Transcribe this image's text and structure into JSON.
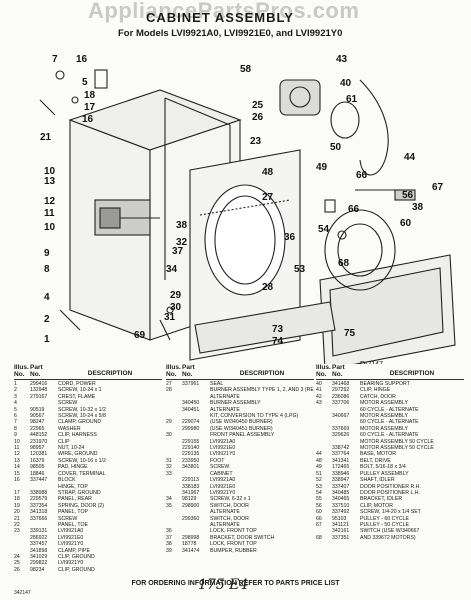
{
  "header": {
    "watermark": "AppliancePartsPros.com",
    "title": "CABINET ASSEMBLY",
    "subtitle": "For Models LVI9921A0, LVI9921E0, and LVI9921Y0"
  },
  "table": {
    "header": {
      "illus": "Illus.",
      "part": "Part",
      "no": "No.",
      "description": "DESCRIPTION"
    },
    "columns": [
      [
        [
          "1",
          "299416",
          "CORD, POWER"
        ],
        [
          "2",
          "132948",
          "SCREW, 10-24 x 1"
        ],
        [
          "3",
          "279167",
          "CREST, FLAME"
        ],
        [
          "4",
          "",
          "SCREW"
        ],
        [
          "5",
          "90519",
          "SCREW, 10-32 x 1/2"
        ],
        [
          "6",
          "90567",
          "SCREW, 10-24 x 5/8"
        ],
        [
          "7",
          "98247",
          "CLAMP, GROUND"
        ],
        [
          "8",
          "22965",
          "WASHER"
        ],
        [
          "9",
          "448152",
          "CLIP, HARNESS"
        ],
        [
          "10",
          "231970",
          "CLIP"
        ],
        [
          "11",
          "98957",
          "NUT, 10-24"
        ],
        [
          "12",
          "120381",
          "WIRE, GROUND"
        ],
        [
          "13",
          "16379",
          "SCREW, 10-16 x 1/2"
        ],
        [
          "14",
          "98505",
          "PAD, HINGE"
        ],
        [
          "15",
          "18846",
          "COVER, TERMINAL"
        ],
        [
          "16",
          "337447",
          "BLOCK"
        ],
        [
          "",
          "",
          "HINGE, TOP"
        ],
        [
          "17",
          "338988",
          "STRAP, GROUND"
        ],
        [
          "18",
          "229579",
          "PANEL, REAR"
        ],
        [
          "19",
          "337354",
          "SPRING, DOOR (2)"
        ],
        [
          "20",
          "341318",
          "PANEL, TOP"
        ],
        [
          "21",
          "337666",
          "SCREW"
        ],
        [
          "22",
          "",
          "PANEL, TOE"
        ],
        [
          "23",
          "339131",
          "LVI9921A0"
        ],
        [
          "",
          "286922",
          "LVI9921E0"
        ],
        [
          "",
          "337457",
          "LVI9921Y0"
        ],
        [
          "",
          "341898",
          "CLAMP, PIPE"
        ],
        [
          "24",
          "341029",
          "CLIP, GROUND"
        ],
        [
          "25",
          "299822",
          "LVI9921Y0"
        ],
        [
          "26",
          "98234",
          "CLIP, GROUND"
        ]
      ],
      [
        [
          "27",
          "337961",
          "SEAL"
        ],
        [
          "28",
          "",
          "BURNER ASSEMBLY TYPE 1, 2, AND 3 (REFER TO SF 343)"
        ],
        [
          "",
          "",
          "ALTERNATE"
        ],
        [
          "",
          "340450",
          "BURNER ASSEMBLY"
        ],
        [
          "",
          "340451",
          "ALTERNATE"
        ],
        [
          "",
          "",
          "KIT, CONVERSION TO TYPE 4 (LPG)"
        ],
        [
          "29",
          "229074",
          "(USE W/340450 BURNER)"
        ],
        [
          "",
          "299980",
          "(USE W/340451 BURNER)"
        ],
        [
          "30",
          "",
          "FRONT PANEL ASSEMBLY"
        ],
        [
          "",
          "229155",
          "LVI9921A0"
        ],
        [
          "",
          "229140",
          "LVI9921E0"
        ],
        [
          "",
          "229135",
          "LVI9921Y0"
        ],
        [
          "31",
          "233950",
          "FOOT"
        ],
        [
          "32",
          "343801",
          "SCREW"
        ],
        [
          "33",
          "",
          "CABINET"
        ],
        [
          "",
          "229113",
          "LVI9921A0"
        ],
        [
          "",
          "338183",
          "LVI9921E0"
        ],
        [
          "",
          "341967",
          "LVI9921Y0"
        ],
        [
          "34",
          "98129",
          "SCREW, 6-32 x 1"
        ],
        [
          "35",
          "298900",
          "SWITCH, DOOR"
        ],
        [
          "",
          "",
          "ALTERNATE"
        ],
        [
          "",
          "299360",
          "SWITCH, DOOR"
        ],
        [
          "",
          "",
          "ALTERNATE"
        ],
        [
          "36",
          "",
          "LOCK, FRONT TOP"
        ],
        [
          "37",
          "298998",
          "BRACKET, DOOR SWITCH"
        ],
        [
          "38",
          "18778",
          "LOCK, FRONT TOP"
        ],
        [
          "39",
          "341474",
          "BUMPER, RUBBER"
        ]
      ],
      [
        [
          "40",
          "341468",
          "BEARING SUPPORT"
        ],
        [
          "41",
          "297292",
          "CLIP, HINGE"
        ],
        [
          "42",
          "236086",
          "CATCH, DOOR"
        ],
        [
          "43",
          "337706",
          "MOTOR ASSEMBLY"
        ],
        [
          "",
          "",
          "60 CYCLE - ALTERNATE"
        ],
        [
          "",
          "340667",
          "MOTOR ASSEMBLY"
        ],
        [
          "",
          "",
          "60 CYCLE - ALTERNATE"
        ],
        [
          "",
          "337669",
          "MOTOR ASSEMBLY"
        ],
        [
          "",
          "329626",
          "60 CYCLE - ALTERNATE"
        ],
        [
          "",
          "",
          "MOTOR ASSEMBLY 50 CYCLE"
        ],
        [
          "",
          "338742",
          "MOTOR ASSEMBLY 50 CYCLE"
        ],
        [
          "44",
          "337764",
          "BASE, MOTOR"
        ],
        [
          "48",
          "341341",
          "BELT, DRIVE"
        ],
        [
          "49",
          "172465",
          "BOLT, 5/16-18 x 3/4"
        ],
        [
          "51",
          "338946",
          "PULLEY ASSEMBLY"
        ],
        [
          "52",
          "338947",
          "SHAFT, IDLER"
        ],
        [
          "53",
          "337407",
          "DOOR POSITIONER R.H."
        ],
        [
          "54",
          "340485",
          "DOOR POSITIONER L.H."
        ],
        [
          "55",
          "340465",
          "BRACKET, IDLER"
        ],
        [
          "56",
          "337510",
          "CLIP, MOTOR"
        ],
        [
          "60",
          "337492",
          "SCREW, 1/4-20 x 1/4 SET"
        ],
        [
          "66",
          "95103",
          "PULLEY - 60 CYCLE"
        ],
        [
          "67",
          "341121",
          "PULLEY - 50 CYCLE"
        ],
        [
          "",
          "342161",
          "SWITCH (USE W/340667"
        ],
        [
          "68",
          "337351",
          "AND 339672 MOTORS)"
        ]
      ]
    ]
  },
  "footer": {
    "text": "FOR ORDERING INFORMATION REFER TO PARTS PRICE LIST",
    "sheet_code": "342147",
    "handwritten": "175  E4"
  }
}
